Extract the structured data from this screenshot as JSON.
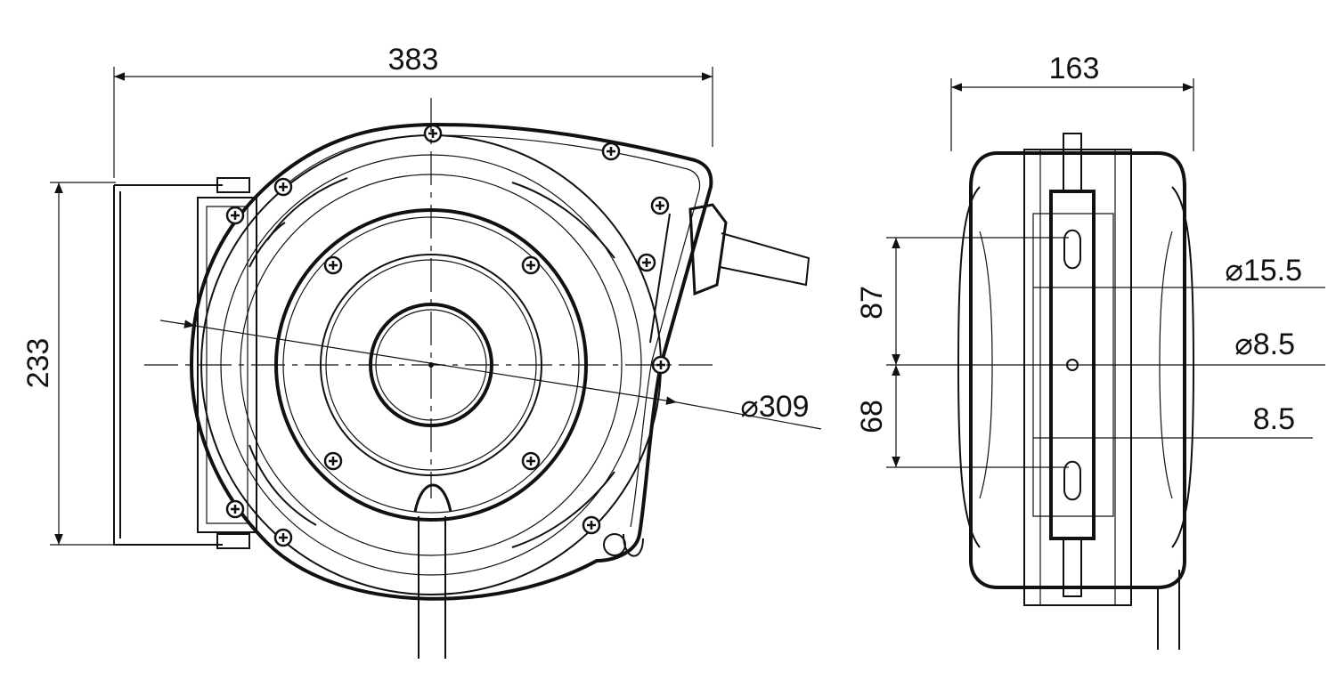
{
  "front_view": {
    "dim_width": "383",
    "dim_height": "233",
    "dim_drum_diameter": "⌀309"
  },
  "side_view": {
    "dim_width": "163",
    "dim_upper_spacing": "87",
    "dim_lower_spacing": "68",
    "dim_slot_diameter": "⌀15.5",
    "dim_center_hole": "⌀8.5",
    "dim_lower_hole": "8.5"
  },
  "colors": {
    "line": "#111111",
    "background": "#ffffff"
  }
}
